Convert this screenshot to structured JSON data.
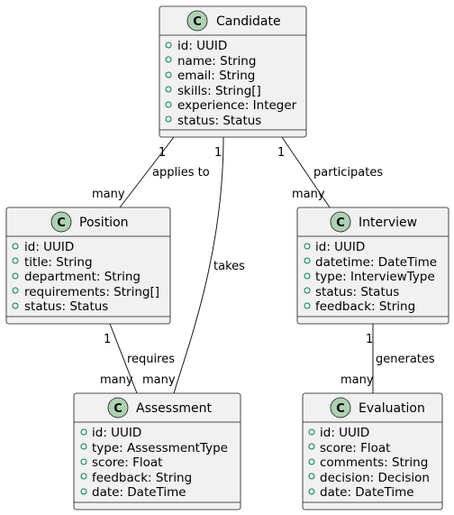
{
  "diagram": {
    "classes": {
      "candidate": {
        "stereotype": "C",
        "name": "Candidate",
        "attributes": [
          "id: UUID",
          "name: String",
          "email: String",
          "skills: String[]",
          "experience: Integer",
          "status: Status"
        ]
      },
      "position": {
        "stereotype": "C",
        "name": "Position",
        "attributes": [
          "id: UUID",
          "title: String",
          "department: String",
          "requirements: String[]",
          "status: Status"
        ]
      },
      "interview": {
        "stereotype": "C",
        "name": "Interview",
        "attributes": [
          "id: UUID",
          "datetime: DateTime",
          "type: InterviewType",
          "status: Status",
          "feedback: String"
        ]
      },
      "assessment": {
        "stereotype": "C",
        "name": "Assessment",
        "attributes": [
          "id: UUID",
          "type: AssessmentType",
          "score: Float",
          "feedback: String",
          "date: DateTime"
        ]
      },
      "evaluation": {
        "stereotype": "C",
        "name": "Evaluation",
        "attributes": [
          "id: UUID",
          "score: Float",
          "comments: String",
          "decision: Decision",
          "date: DateTime"
        ]
      }
    },
    "relations": {
      "applies_to": {
        "label": "applies to",
        "from_mult": "1",
        "to_mult": "many"
      },
      "takes": {
        "label": "takes",
        "from_mult": "1",
        "to_mult": "many"
      },
      "participates": {
        "label": "participates",
        "from_mult": "1",
        "to_mult": "many"
      },
      "requires": {
        "label": "requires",
        "from_mult": "1",
        "to_mult": "many"
      },
      "generates": {
        "label": "generates",
        "from_mult": "1",
        "to_mult": "many"
      }
    }
  }
}
